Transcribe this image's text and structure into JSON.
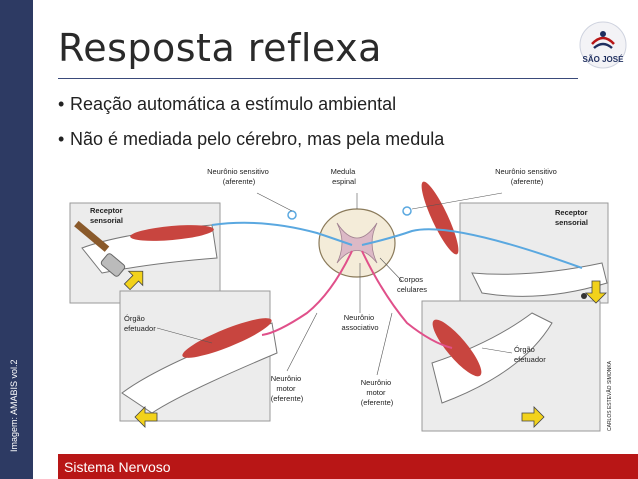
{
  "slide": {
    "title": "Resposta reflexa",
    "bullets": [
      "Reação automática a estímulo ambiental",
      "Não é mediada pelo cérebro, mas pela medula"
    ],
    "side_credit": "Imagem: AMABIS vol.2",
    "footer": "Sistema Nervoso",
    "logo_text": "SÃO JOSÉ"
  },
  "figure": {
    "labels": {
      "neuronio_sensitivo_left": [
        "Neurônio sensitivo",
        "(aferente)"
      ],
      "medula_espinal": [
        "Medula",
        "espinal"
      ],
      "neuronio_sensitivo_right": [
        "Neurônio sensitivo",
        "(aferente)"
      ],
      "receptor_left": [
        "Receptor",
        "sensorial"
      ],
      "receptor_right": [
        "Receptor",
        "sensorial"
      ],
      "corpos_celulares": [
        "Corpos",
        "celulares"
      ],
      "orgao_efetuador_left": [
        "Órgão",
        "efetuador"
      ],
      "neuronio_associativo": [
        "Neurônio",
        "associativo"
      ],
      "orgao_efetuador_right": [
        "Órgão",
        "efetuador"
      ],
      "neuronio_motor_left": [
        "Neurônio",
        "motor",
        "(eferente)"
      ],
      "neuronio_motor_right": [
        "Neurônio",
        "motor",
        "(eferente)"
      ],
      "artist_credit": "CARLOS ESTEVÃO SIMONKA"
    }
  },
  "colors": {
    "sidebar": "#2d3a63",
    "footer": "#b81616",
    "sensory_nerve": "#5aa8e0",
    "motor_nerve": "#e0508a",
    "muscle": "#c8453f",
    "arrow_yellow": "#f2d21b"
  }
}
